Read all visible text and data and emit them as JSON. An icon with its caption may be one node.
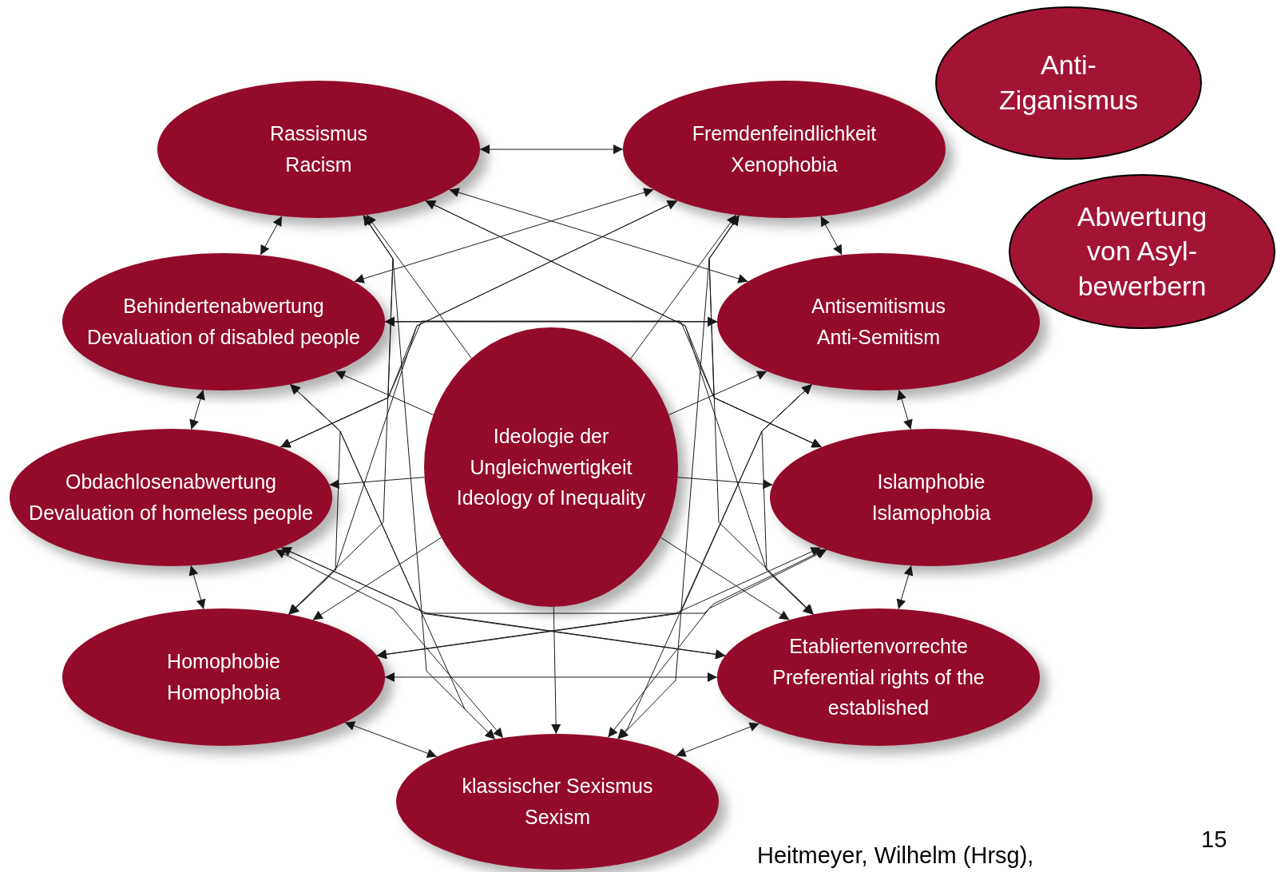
{
  "diagram": {
    "nodes": [
      {
        "text": [
          "Rassismus",
          "Racism"
        ]
      },
      {
        "text": [
          "Fremdenfeindlichkeit",
          "Xenophobia"
        ]
      },
      {
        "text": [
          "Anti-Ziganismus"
        ]
      },
      {
        "text": [
          "Abwertung von Asyl-bewerbern"
        ]
      },
      {
        "text": [
          "Behindertenabwertung",
          "Devaluation of disabled people"
        ]
      },
      {
        "text": [
          "Antisemitismus",
          "Anti-Semitism"
        ]
      },
      {
        "text": [
          "Obdachlosenabwertung",
          "Devaluation of homeless people"
        ]
      },
      {
        "text": [
          "Ideologie der Ungleichwertigkeit",
          "Ideology of Inequality"
        ]
      },
      {
        "text": [
          "Islamphobie",
          "Islamophobia"
        ]
      },
      {
        "text": [
          "Homophobie",
          "Homophobia"
        ]
      },
      {
        "text": [
          "Etabliertenvorrechte",
          "Preferential rights of the established"
        ]
      },
      {
        "text": [
          "klassischer Sexismus",
          "Sexism"
        ]
      }
    ],
    "edges": [
      {
        "from": 7,
        "to": 0,
        "arrow": "to"
      },
      {
        "from": 7,
        "to": 1,
        "arrow": "to"
      },
      {
        "from": 7,
        "to": 4,
        "arrow": "to"
      },
      {
        "from": 7,
        "to": 5,
        "arrow": "to"
      },
      {
        "from": 7,
        "to": 6,
        "arrow": "to"
      },
      {
        "from": 7,
        "to": 8,
        "arrow": "to"
      },
      {
        "from": 7,
        "to": 9,
        "arrow": "to"
      },
      {
        "from": 7,
        "to": 10,
        "arrow": "to"
      },
      {
        "from": 7,
        "to": 11,
        "arrow": "to"
      },
      {
        "from": 0,
        "to": 1,
        "arrow": "both"
      },
      {
        "from": 0,
        "to": 4,
        "arrow": "both"
      },
      {
        "from": 0,
        "to": 5,
        "arrow": "both"
      },
      {
        "from": 0,
        "to": 6,
        "arrow": "both"
      },
      {
        "from": 0,
        "to": 8,
        "arrow": "both"
      },
      {
        "from": 0,
        "to": 9,
        "arrow": "both"
      },
      {
        "from": 0,
        "to": 10,
        "arrow": "both"
      },
      {
        "from": 0,
        "to": 11,
        "arrow": "both"
      },
      {
        "from": 1,
        "to": 4,
        "arrow": "both"
      },
      {
        "from": 1,
        "to": 5,
        "arrow": "both"
      },
      {
        "from": 1,
        "to": 6,
        "arrow": "both"
      },
      {
        "from": 1,
        "to": 8,
        "arrow": "both"
      },
      {
        "from": 1,
        "to": 9,
        "arrow": "both"
      },
      {
        "from": 1,
        "to": 10,
        "arrow": "both"
      },
      {
        "from": 1,
        "to": 11,
        "arrow": "both"
      },
      {
        "from": 4,
        "to": 5,
        "arrow": "both"
      },
      {
        "from": 4,
        "to": 6,
        "arrow": "both"
      },
      {
        "from": 4,
        "to": 8,
        "arrow": "both"
      },
      {
        "from": 4,
        "to": 9,
        "arrow": "both"
      },
      {
        "from": 4,
        "to": 10,
        "arrow": "both"
      },
      {
        "from": 4,
        "to": 11,
        "arrow": "both"
      },
      {
        "from": 5,
        "to": 6,
        "arrow": "both"
      },
      {
        "from": 5,
        "to": 8,
        "arrow": "both"
      },
      {
        "from": 5,
        "to": 9,
        "arrow": "both"
      },
      {
        "from": 5,
        "to": 10,
        "arrow": "both"
      },
      {
        "from": 5,
        "to": 11,
        "arrow": "both"
      },
      {
        "from": 6,
        "to": 8,
        "arrow": "both"
      },
      {
        "from": 6,
        "to": 9,
        "arrow": "both"
      },
      {
        "from": 6,
        "to": 10,
        "arrow": "both"
      },
      {
        "from": 6,
        "to": 11,
        "arrow": "both"
      },
      {
        "from": 8,
        "to": 9,
        "arrow": "both"
      },
      {
        "from": 8,
        "to": 10,
        "arrow": "both"
      },
      {
        "from": 8,
        "to": 11,
        "arrow": "both"
      },
      {
        "from": 9,
        "to": 10,
        "arrow": "both"
      },
      {
        "from": 9,
        "to": 11,
        "arrow": "both"
      },
      {
        "from": 10,
        "to": 11,
        "arrow": "both"
      }
    ],
    "labels": [
      "Heitmeyer, Wilhelm (Hrsg),",
      "15"
    ]
  }
}
